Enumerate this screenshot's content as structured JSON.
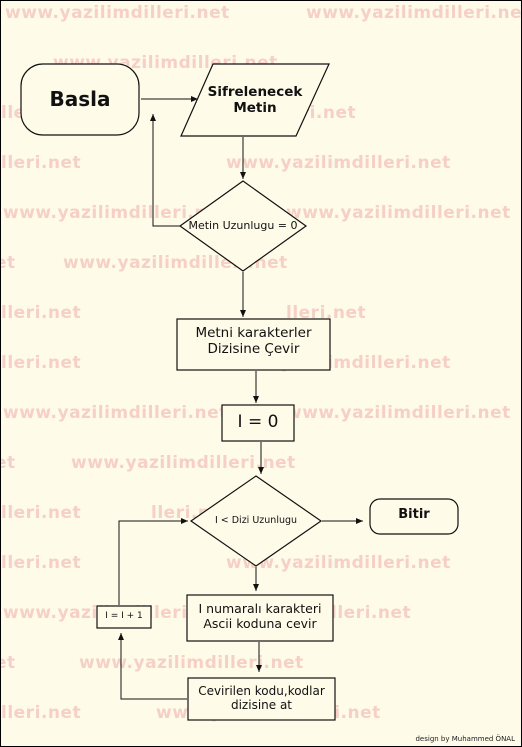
{
  "watermark": "www.yazilimdilleri.net",
  "watermark_fragment": "lleri.net",
  "watermark_fragment_short": "et",
  "nodes": {
    "start": "Basla",
    "input_line1": "Sifrelenecek",
    "input_line2": "Metin",
    "cond_length": "Metin Uzunlugu = 0",
    "to_array_line1": "Metni karakterler",
    "to_array_line2": "Dizisine Çevir",
    "init_i": "I = 0",
    "cond_loop": "I < Dizi Uzunlugu",
    "end": "Bitir",
    "convert_line1": "I numaralı karakteri",
    "convert_line2": "Ascii koduna cevir",
    "store_line1": "Cevirilen kodu,kodlar",
    "store_line2": "dizisine at",
    "increment": "I = I + 1"
  },
  "credit": "design by Muhammed ÖNAL"
}
